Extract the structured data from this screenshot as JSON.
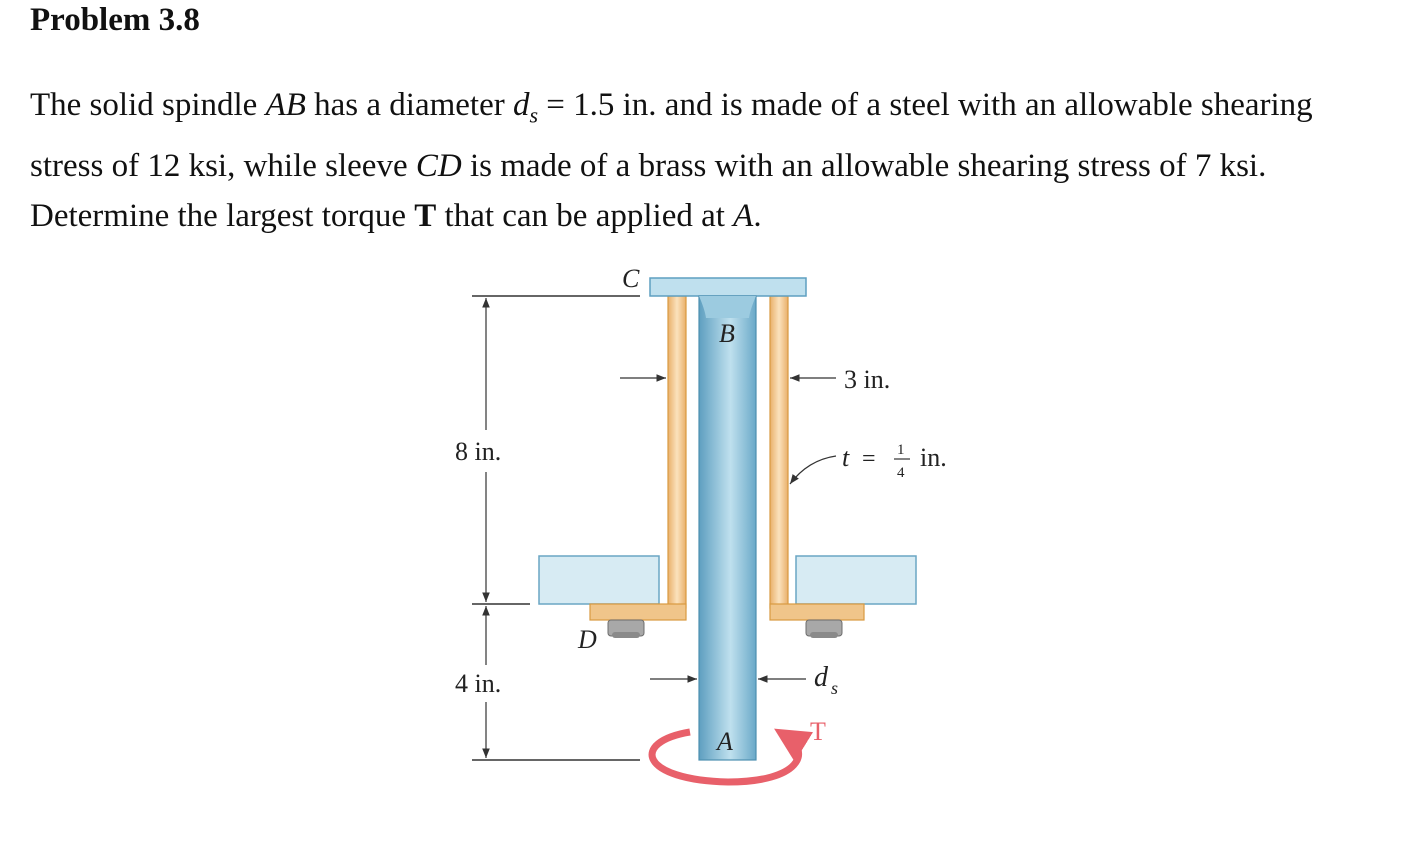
{
  "problem": {
    "title": "Problem 3.8",
    "text_parts": [
      {
        "t": "The solid spindle ",
        "s": "n"
      },
      {
        "t": "AB",
        "s": "i"
      },
      {
        "t": " has a diameter ",
        "s": "n"
      },
      {
        "t": "d",
        "s": "i"
      },
      {
        "t": "s",
        "s": "sub"
      },
      {
        "t": " = 1.5 in. and is made of a steel with an allowable shearing stress of 12 ksi, while sleeve ",
        "s": "n"
      },
      {
        "t": "CD",
        "s": "i"
      },
      {
        "t": " is made of a brass with an allowable shearing stress of 7 ksi. Determine the largest torque ",
        "s": "n"
      },
      {
        "t": "T",
        "s": "b"
      },
      {
        "t": " that can be applied at ",
        "s": "n"
      },
      {
        "t": "A",
        "s": "i"
      },
      {
        "t": ".",
        "s": "n"
      }
    ]
  },
  "figure": {
    "labels": {
      "C": "C",
      "B": "B",
      "D": "D",
      "A": "A",
      "T": "T",
      "dim_8": "8 in.",
      "dim_4": "4 in.",
      "dim_3": "3 in.",
      "t_label": "t",
      "t_eq": "=",
      "t_num": "1",
      "t_den": "4",
      "t_unit": "in.",
      "ds_d": "d",
      "ds_s": "s"
    },
    "colors": {
      "steel": "#7fb8d3",
      "steel_light": "#bfe0ee",
      "brass": "#f0c58a",
      "brass_edge": "#d99a40",
      "plate": "#d7ebf3",
      "plate_edge": "#6aa6c4",
      "torque": "#e8606a",
      "bolt": "#9a9a9a"
    }
  }
}
